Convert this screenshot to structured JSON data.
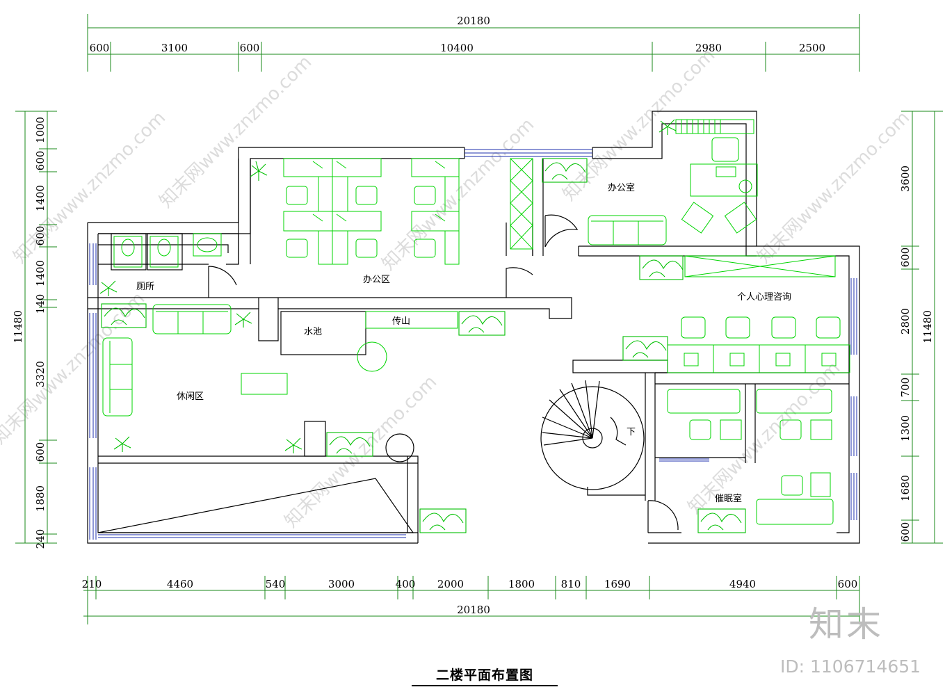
{
  "title": "二楼平面布置图",
  "watermark": {
    "brand": "知末",
    "id": "ID: 1106714651",
    "repeat": [
      "知末网www.znzmo.com",
      "知末网www.znzmo.com",
      "知末网www.znzmo.com",
      "知末网www.znzmo.com",
      "知末网www.znzmo.com",
      "知末网www.znzmo.com",
      "知末网www.znzmo.com",
      "知末网www.znzmo.com"
    ]
  },
  "rooms": {
    "toilet": "厕所",
    "office_area": "办公区",
    "office": "办公室",
    "pool": "水池",
    "bar": "传山",
    "lounge": "休闲区",
    "counseling": "个人心理咨询",
    "hypnosis": "催眠室",
    "stair_down": "下"
  },
  "dimensions": {
    "top_total": "20180",
    "top": [
      "600",
      "3100",
      "600",
      "10400",
      "2980",
      "2500"
    ],
    "bottom_total": "20180",
    "bottom": [
      "210",
      "4460",
      "540",
      "3000",
      "400",
      "2000",
      "1800",
      "810",
      "1690",
      "4940",
      "600"
    ],
    "left_total": "11480",
    "left": [
      "1000",
      "600",
      "1400",
      "600",
      "1400",
      "140",
      "3320",
      "600",
      "1880",
      "240"
    ],
    "right_total": "11480",
    "right": [
      "3600",
      "600",
      "2800",
      "700",
      "1300",
      "1680",
      "600"
    ]
  },
  "colors": {
    "furniture": "#00d400",
    "dimension_line": "#1a8a1a",
    "window": "#1d2fae",
    "wall": "#000000",
    "watermark": "#bdbdbd"
  }
}
